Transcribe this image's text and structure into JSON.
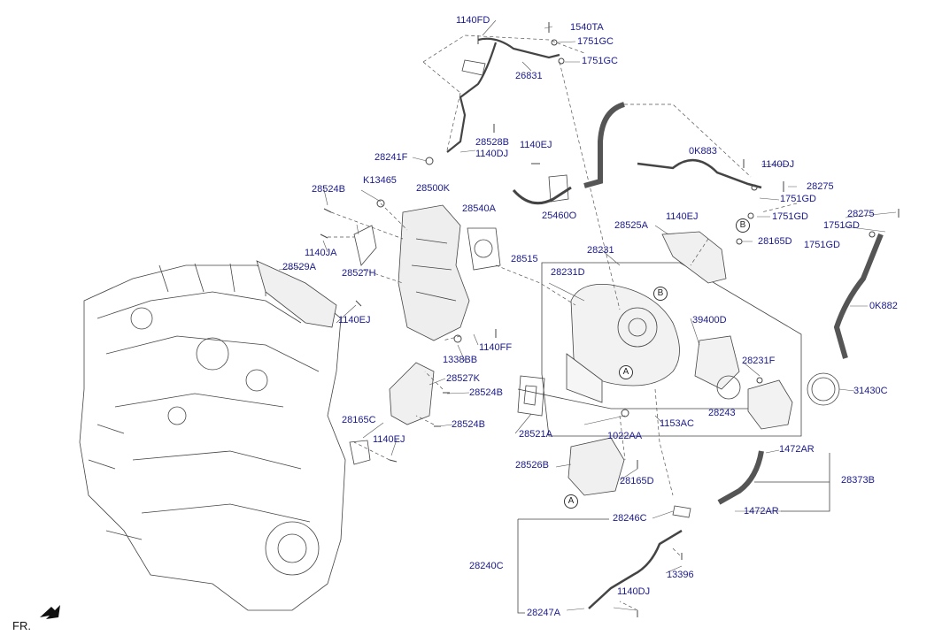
{
  "labels": {
    "p1140FD": "1140FD",
    "p1540TA": "1540TA",
    "p1751GC_a": "1751GC",
    "p1751GC_b": "1751GC",
    "p26831": "26831",
    "p28528B": "28528B",
    "p1140DJ_a": "1140DJ",
    "p1140EJ_a": "1140EJ",
    "p28241F": "28241F",
    "pK13465": "K13465",
    "p28500K": "28500K",
    "p28540A": "28540A",
    "p28524B_a": "28524B",
    "p25460O": "25460O",
    "p0K883": "0K883",
    "p1140DJ_b": "1140DJ",
    "p28275_a": "28275",
    "p1751GD_a": "1751GD",
    "p1140EJ_b": "1140EJ",
    "p1751GD_b": "1751GD",
    "p28275_b": "28275",
    "p1751GD_c": "1751GD",
    "p28525A": "28525A",
    "p28165D_a": "28165D",
    "p1751GD_d": "1751GD",
    "p1140JA": "1140JA",
    "p28527H": "28527H",
    "p28231": "28231",
    "p28515": "28515",
    "p28529A": "28529A",
    "p28231D": "28231D",
    "p0K882": "0K882",
    "p39400D": "39400D",
    "p1140EJ_c": "1140EJ",
    "p1140FF": "1140FF",
    "p1338BB": "1338BB",
    "p28231F": "28231F",
    "p28527K": "28527K",
    "p31430C": "31430C",
    "p28524B_b": "28524B",
    "p28243": "28243",
    "p28165C": "28165C",
    "p28524B_c": "28524B",
    "p1153AC": "1153AC",
    "p28521A": "28521A",
    "p1022AA": "1022AA",
    "p1140EJ_d": "1140EJ",
    "p1472AR_a": "1472AR",
    "p28526B": "28526B",
    "p28165D_b": "28165D",
    "p28373B": "28373B",
    "p1472AR_b": "1472AR",
    "p28246C": "28246C",
    "p28240C": "28240C",
    "p13396": "13396",
    "p1140DJ_c": "1140DJ",
    "p28247A": "28247A"
  },
  "markers": {
    "A1": "A",
    "A2": "A",
    "B1": "B",
    "B2": "B"
  },
  "direction": "FR."
}
